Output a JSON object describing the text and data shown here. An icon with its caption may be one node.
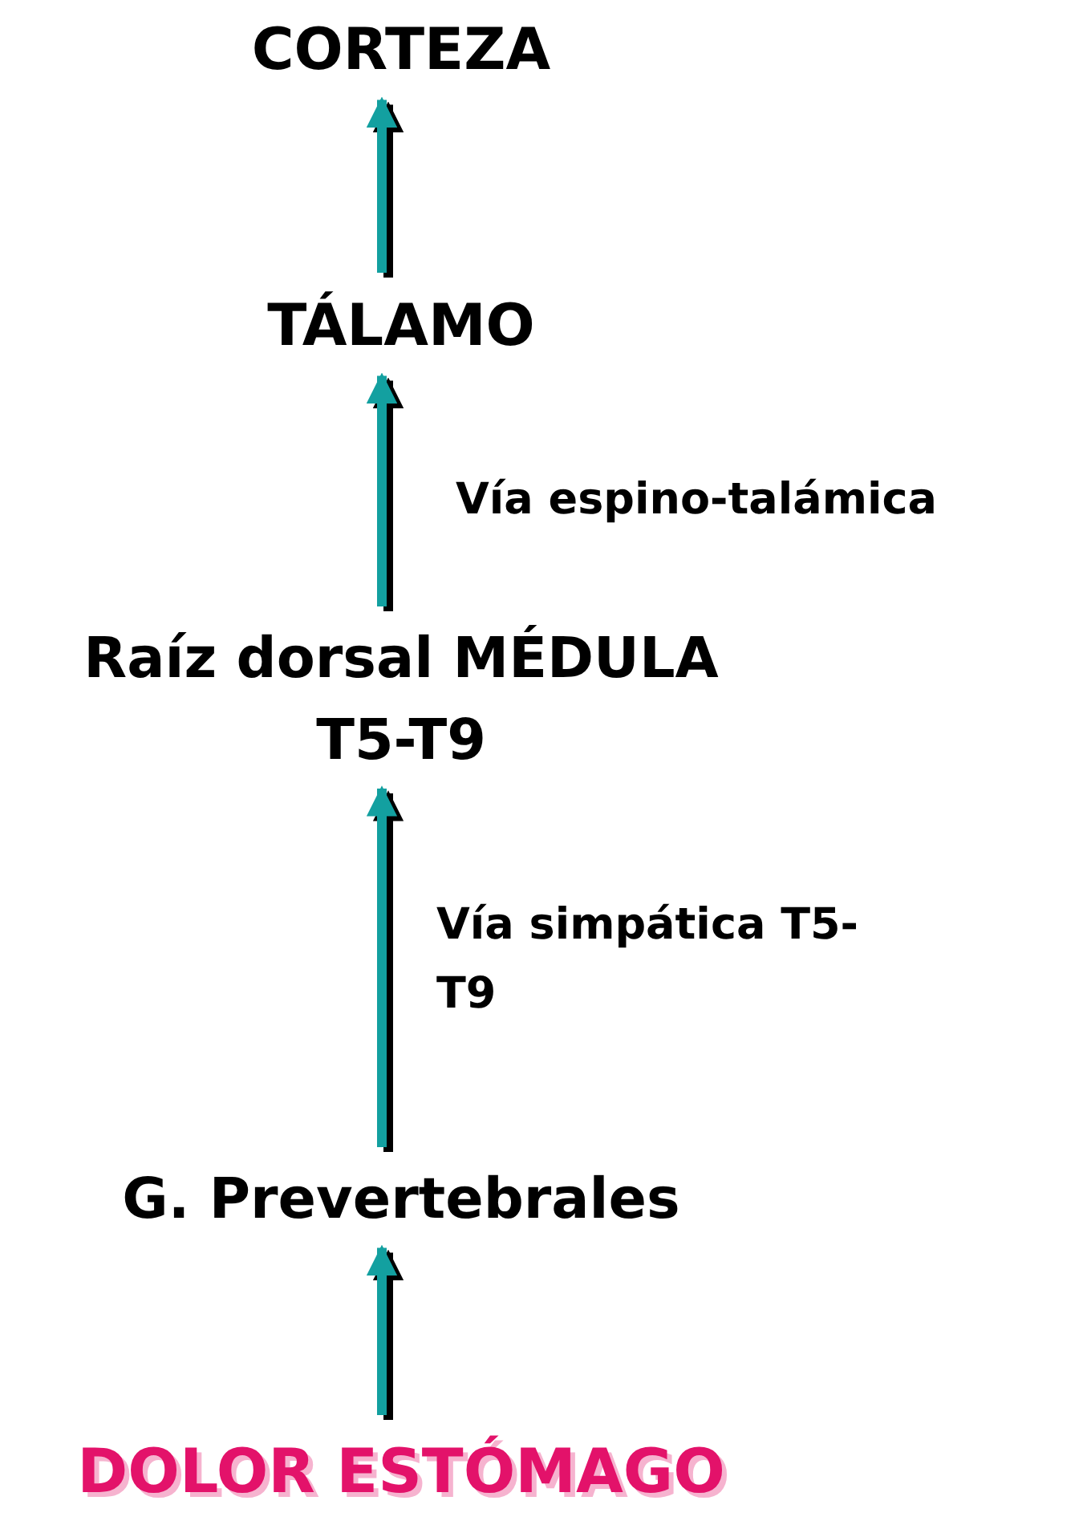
{
  "diagram": {
    "nodes": [
      {
        "text": [
          "CORTEZA"
        ]
      },
      {
        "text": [
          "TÁLAMO"
        ]
      },
      {
        "text": [
          "Raíz dorsal MÉDULA T5-T9"
        ]
      },
      {
        "text": [
          "G. Prevertebrales"
        ]
      },
      {
        "text": [
          "DOLOR ESTÓMAGO"
        ]
      }
    ],
    "edges": [
      {
        "from": 4,
        "to": 3,
        "arrow": "to"
      },
      {
        "from": 3,
        "to": 2,
        "arrow": "to",
        "label": "Vía simpática T5-T9"
      },
      {
        "from": 2,
        "to": 1,
        "arrow": "to",
        "label": "Vía espino-talámica"
      },
      {
        "from": 1,
        "to": 0,
        "arrow": "to"
      }
    ]
  }
}
